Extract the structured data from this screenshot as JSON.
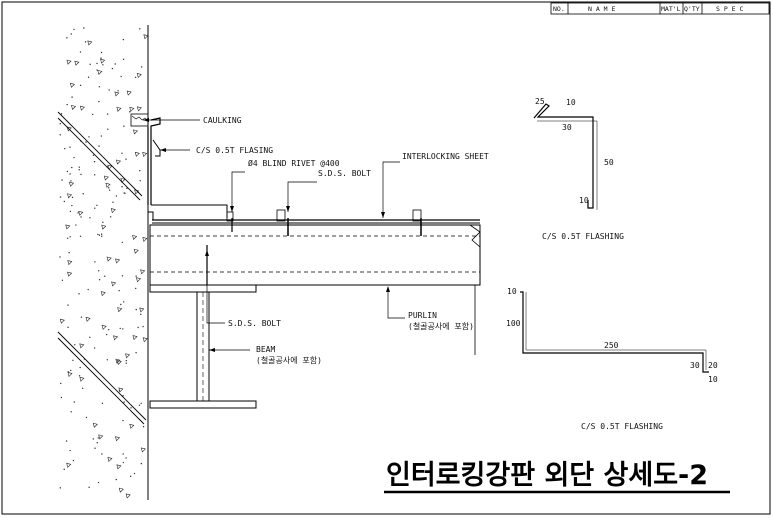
{
  "header": {
    "no": "NO.",
    "name": "N A M E",
    "matl": "MAT'L",
    "qty": "Q'TY",
    "spec": "S P E C"
  },
  "labels": {
    "caulking": "CAULKING",
    "flasing": "C/S 0.5T FLASING",
    "blind_rivet": "Ø4 BLIND RIVET @400",
    "interlocking_sheet": "INTERLOCKING SHEET",
    "sds_bolt_top": "S.D.S. BOLT",
    "sds_bolt_bottom": "S.D.S. BOLT",
    "purlin": "PURLIN",
    "purlin_note": "(철골공사에 포함)",
    "beam": "BEAM",
    "beam_note": "(철골공사에 포함)"
  },
  "flashing1": {
    "caption": "C/S 0.5T FLASHING",
    "dims": [
      "25",
      "10",
      "30",
      "50",
      "10"
    ]
  },
  "flashing2": {
    "caption": "C/S 0.5T FLASHING",
    "dims": [
      "10",
      "100",
      "250",
      "30",
      "20",
      "10"
    ]
  },
  "title": "인터로킹강판 외단 상세도-2"
}
